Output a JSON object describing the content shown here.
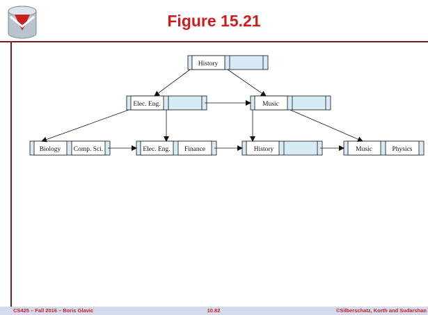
{
  "slide": {
    "title": "Figure 15.21",
    "footer_left": "CS425 – Fall 2016 – Boris Glavic",
    "footer_center": "10.82",
    "footer_right": "©Silberschatz, Korth and Sudarshan"
  },
  "logo": {
    "icon": "database-cylinder-icon"
  },
  "tree": {
    "root": {
      "key": "History"
    },
    "internal": [
      {
        "key": "Elec. Eng."
      },
      {
        "key": "Music"
      }
    ],
    "leaves": [
      {
        "keys": [
          "Biology",
          "Comp. Sci."
        ]
      },
      {
        "keys": [
          "Elec. Eng.",
          "Finance"
        ]
      },
      {
        "keys": [
          "History",
          ""
        ]
      },
      {
        "keys": [
          "Music",
          "Physics"
        ]
      }
    ]
  },
  "colors": {
    "cell_fill": "#d7ebf7",
    "accent": "#c81e1e",
    "rule": "#7a1a1a"
  }
}
